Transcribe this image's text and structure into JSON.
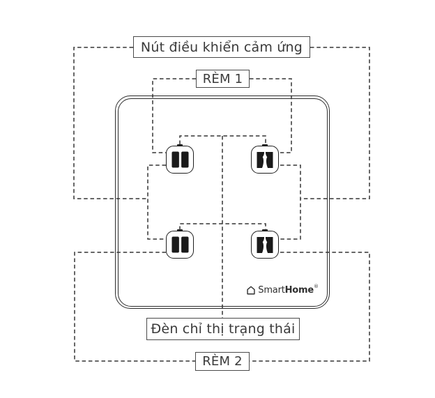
{
  "colors": {
    "background": "#ffffff",
    "connector_line": "#333333",
    "box_border": "#4a4a4a",
    "label_text": "#3a3a3a",
    "device_outline": "#2c2c2c",
    "icon_fill": "#1a1a1a"
  },
  "callouts": {
    "touch_buttons": "Nút điều khiển cảm ứng",
    "curtain_1": "RÈM 1",
    "status_leds": "Đèn chỉ thị trạng thái",
    "curtain_2": "RÈM 2"
  },
  "device": {
    "brand": {
      "icon": "home-outline-icon",
      "smart": "Smart",
      "home": "Home",
      "registered": "®"
    },
    "buttons": [
      {
        "name": "curtain-1-pause-button",
        "icon": "pause-icon",
        "position": "top-left"
      },
      {
        "name": "curtain-1-open-button",
        "icon": "curtain-open-icon",
        "position": "top-right"
      },
      {
        "name": "curtain-2-pause-button",
        "icon": "pause-icon",
        "position": "bottom-left"
      },
      {
        "name": "curtain-2-open-button",
        "icon": "curtain-open-icon",
        "position": "bottom-right"
      }
    ]
  }
}
